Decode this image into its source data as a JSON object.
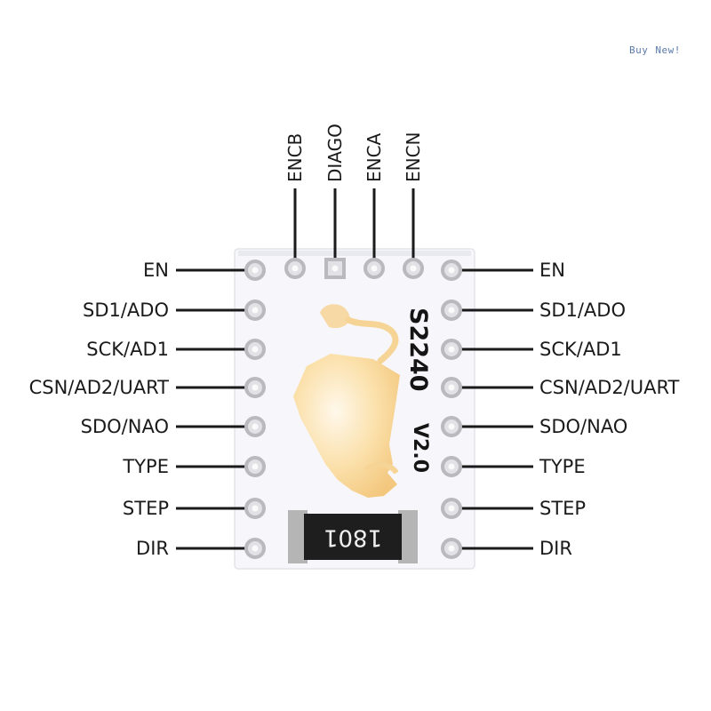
{
  "corner_text": {
    "buy": "Buy",
    "new": "New!"
  },
  "board": {
    "name": "S2240",
    "version": "V2.0",
    "resistor_code": "1801"
  },
  "pins": {
    "top": [
      "ENCB",
      "DIAGO",
      "ENCA",
      "ENCN"
    ],
    "left": [
      "EN",
      "SD1/ADO",
      "SCK/AD1",
      "CSN/AD2/UART",
      "SDO/NAO",
      "TYPE",
      "STEP",
      "DIR"
    ],
    "right": [
      "EN",
      "SD1/ADO",
      "SCK/AD1",
      "CSN/AD2/UART",
      "SDO/NAO",
      "TYPE",
      "STEP",
      "DIR"
    ]
  },
  "colors": {
    "board": "#f7f7fb",
    "pad_ring": "#b9b9be",
    "pad_hole": "#e2e2e6",
    "leader": "#1a1a1a",
    "gold": "#f7cf8a",
    "resistor_body": "#1e1e1e",
    "resistor_cap": "#b5b5b5"
  }
}
